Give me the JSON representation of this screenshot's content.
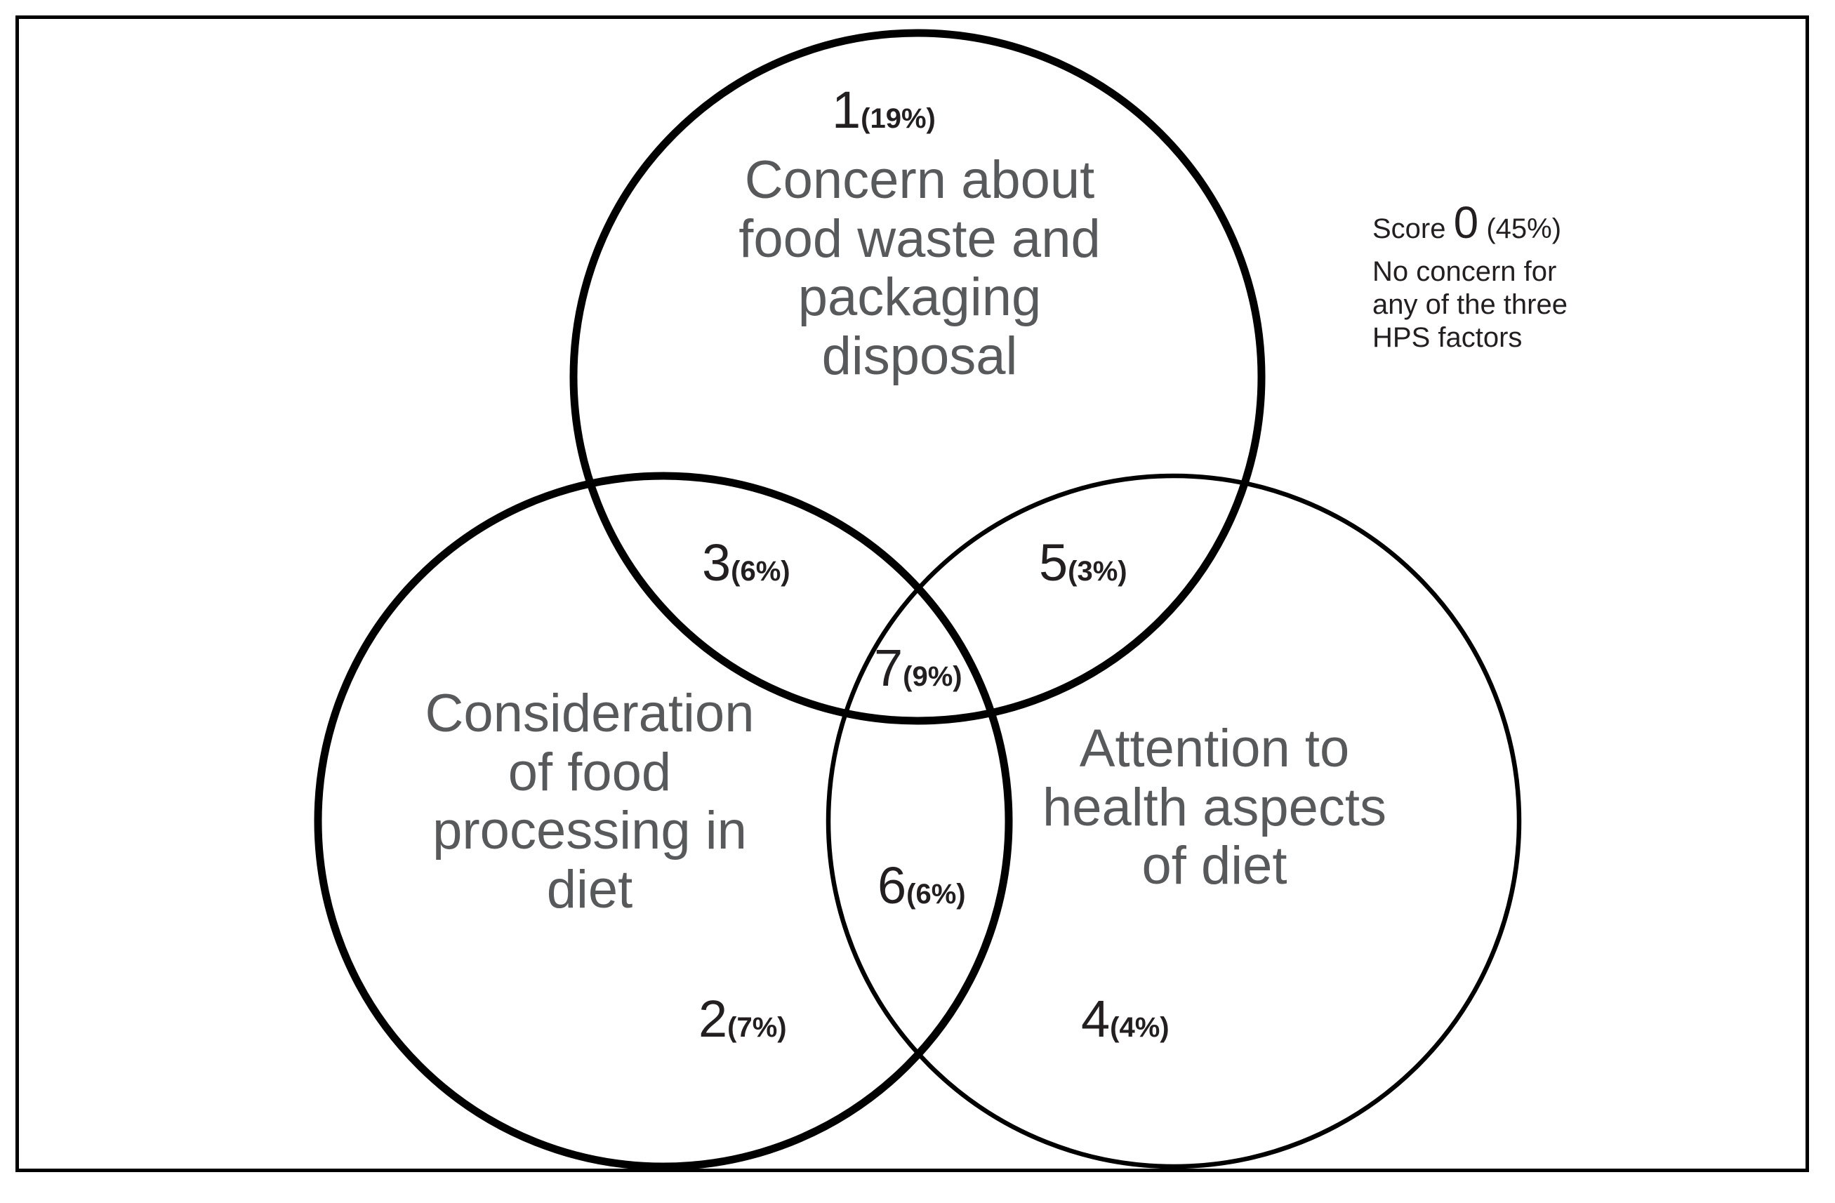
{
  "diagram": {
    "type": "venn",
    "title": "",
    "border_color": "#000000",
    "background": "#ffffff",
    "label_text_color": "#58595b",
    "value_text_color": "#231f20",
    "sets": [
      {
        "id": "top",
        "label": "Concern about\nfood waste and\npackaging\ndisposal",
        "position": "top"
      },
      {
        "id": "left",
        "label": "Consideration\nof food\nprocessing in\ndiet",
        "position": "bottom-left"
      },
      {
        "id": "right",
        "label": "Attention to\nhealth aspects\nof diet",
        "position": "bottom-right"
      }
    ],
    "regions": [
      {
        "id": "r1",
        "number": "1",
        "percent": "(19%)",
        "region": "top-only"
      },
      {
        "id": "r3",
        "number": "3",
        "percent": "(6%)",
        "region": "top-left-overlap"
      },
      {
        "id": "r5",
        "number": "5",
        "percent": "(3%)",
        "region": "top-right-overlap"
      },
      {
        "id": "r7",
        "number": "7",
        "percent": "(9%)",
        "region": "all-three-overlap"
      },
      {
        "id": "r6",
        "number": "6",
        "percent": "(6%)",
        "region": "left-right-overlap"
      },
      {
        "id": "r2",
        "number": "2",
        "percent": "(7%)",
        "region": "left-only"
      },
      {
        "id": "r4",
        "number": "4",
        "percent": "(4%)",
        "region": "right-only"
      }
    ],
    "external_note": {
      "score_word": "Score ",
      "score_number": "0",
      "score_percent": " (45%)",
      "description": "No concern for\nany of the three\nHPS factors"
    }
  },
  "chart_data": {
    "type": "venn",
    "title": "",
    "set_labels": [
      "Concern about food waste and packaging disposal",
      "Consideration of food processing in diet",
      "Attention to health aspects of diet"
    ],
    "categories": [
      "1",
      "2",
      "3",
      "4",
      "5",
      "6",
      "7",
      "0"
    ],
    "values": [
      19,
      7,
      6,
      4,
      3,
      6,
      9,
      45
    ],
    "value_labels": [
      "19%",
      "7%",
      "6%",
      "4%",
      "3%",
      "6%",
      "9%",
      "45%"
    ],
    "region_meaning": {
      "1": "Concern about food waste and packaging disposal only",
      "2": "Consideration of food processing in diet only",
      "3": "Food waste/packaging + food processing",
      "4": "Attention to health aspects of diet only",
      "5": "Food waste/packaging + health aspects",
      "6": "Food processing + health aspects",
      "7": "All three factors",
      "0": "No concern for any of the three HPS factors"
    },
    "units": "percent",
    "legend": "none",
    "grid": false
  }
}
